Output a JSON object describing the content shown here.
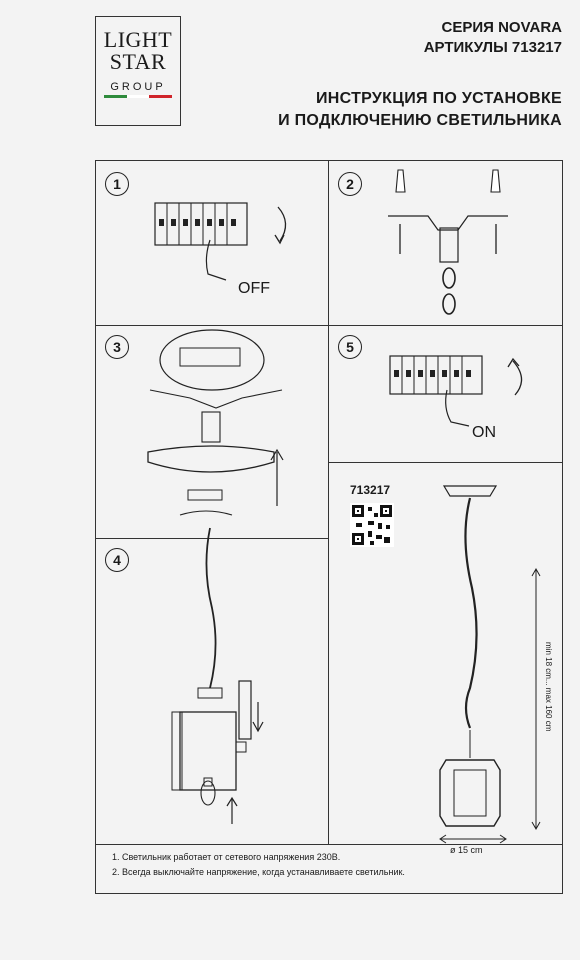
{
  "logo": {
    "line1": "LIGHT",
    "line2": "STAR",
    "line3": "GROUP",
    "flag_colors": [
      "#2e8b3c",
      "#ffffff",
      "#d0242a"
    ]
  },
  "header": {
    "series": "СЕРИЯ NOVARA",
    "article": "АРТИКУЛЫ 713217",
    "title_line1": "ИНСТРУКЦИЯ ПО УСТАНОВКЕ",
    "title_line2": "И ПОДКЛЮЧЕНИЮ СВЕТИЛЬНИКА"
  },
  "steps": {
    "s1": {
      "number": "1",
      "label": "OFF"
    },
    "s2": {
      "number": "2"
    },
    "s3": {
      "number": "3"
    },
    "s4": {
      "number": "4"
    },
    "s5": {
      "number": "5",
      "label": "ON"
    }
  },
  "spec": {
    "article": "713217",
    "height_range": "min 18 cm... max 160 cm",
    "diameter": "ø 15 cm"
  },
  "notes": [
    "1. Светильник работает от сетевого напряжения 230В.",
    "2. Всегда выключайте напряжение, когда устанавливаете светильник."
  ]
}
